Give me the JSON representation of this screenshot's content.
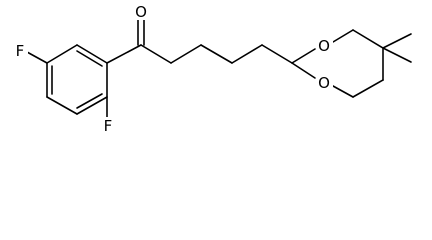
{
  "molecule": {
    "atoms": {
      "o_ketone": "O",
      "f_upper": "F",
      "f_lower": "F",
      "o_ring_top": "O",
      "o_ring_bottom": "O"
    }
  },
  "colors": {
    "bond": "#000000",
    "label": "#000000",
    "background": "#ffffff"
  }
}
